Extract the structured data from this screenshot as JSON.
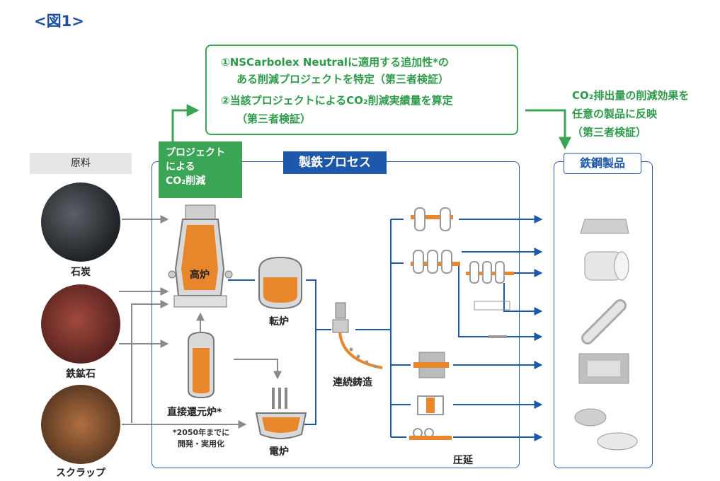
{
  "figure_label": "<図1>",
  "green_box": {
    "line1": "①NSCarbolex Neutralに適用する追加性*の",
    "line2": "ある削減プロジェクトを特定（第三者検証）",
    "line3": "②当該プロジェクトによるCO₂削減実績量を算定",
    "line4": "（第三者検証）"
  },
  "right_note": {
    "line1": "CO₂排出量の削減効果を",
    "line2": "任意の製品に反映",
    "line3": "（第三者検証）"
  },
  "raw_materials": {
    "header": "原料",
    "coal": "石炭",
    "iron_ore": "鉄鉱石",
    "scrap": "スクラップ"
  },
  "process": {
    "header": "製鉄プロセス",
    "project_tag": {
      "line1": "プロジェクト",
      "line2": "による",
      "line3": "CO₂削減"
    },
    "blast_furnace": "高炉",
    "converter": "転炉",
    "dri": "直接還元炉*",
    "eaf": "電炉",
    "casting": "連続鋳造",
    "rolling": "圧延",
    "note_line1": "*2050年までに",
    "note_line2": "開発・実用化"
  },
  "products": {
    "header": "鉄鋼製品"
  },
  "colors": {
    "green": "#3aa655",
    "blue": "#1e58aa",
    "grey_arrow": "#8a8a8a"
  }
}
